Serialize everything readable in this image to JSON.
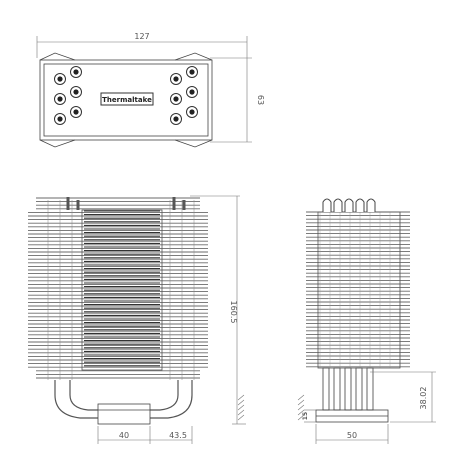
{
  "dimensions": {
    "top_width": "127",
    "top_height": "63",
    "front_height": "160.5",
    "front_left_base": "40",
    "front_right_base": "43.5",
    "side_width": "50",
    "side_base_height": "38.02",
    "side_base_thickness": "15"
  },
  "logo": {
    "text": "Thermaltake"
  },
  "colors": {
    "line": "#444444",
    "fin": "#6a6a6a",
    "dim": "#777777",
    "text": "#555555"
  }
}
